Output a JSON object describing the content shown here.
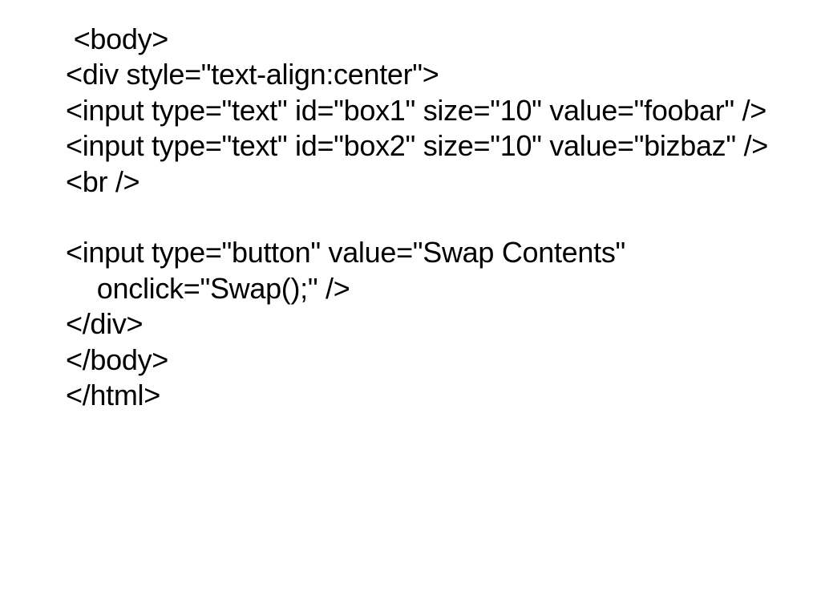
{
  "slide": {
    "background_color": "#ffffff",
    "text_color": "#000000",
    "content_type": "html-source-code-listing",
    "code_lines": [
      " <body>",
      "<div style=\"text-align:center\">",
      "<input type=\"text\" id=\"box1\" size=\"10\" value=\"foobar\" />",
      "<input type=\"text\" id=\"box2\" size=\"10\" value=\"bizbaz\" />",
      "<br />",
      " ",
      "<input type=\"button\" value=\"Swap Contents\"",
      "    onclick=\"Swap();\" />",
      "</div>",
      "</body>",
      "</html>"
    ]
  }
}
